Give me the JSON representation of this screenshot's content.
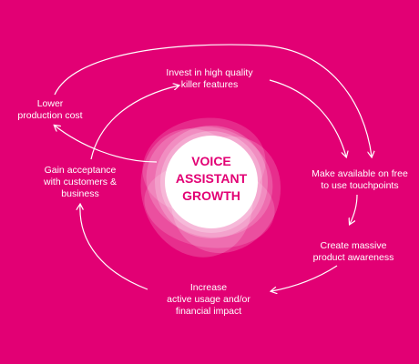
{
  "colors": {
    "background": "#E20074",
    "foreground": "#FFFFFF",
    "center_text": "#E20074"
  },
  "center": {
    "title": "VOICE\nASSISTANT\nGROWTH"
  },
  "steps": [
    {
      "id": "invest",
      "text": "Invest in high quality\nkiller features"
    },
    {
      "id": "make",
      "text": "Make available on free\nto use touchpoints"
    },
    {
      "id": "create",
      "text": "Create massive\nproduct awareness"
    },
    {
      "id": "increase",
      "text": "Increase\nactive usage and/or\nfinancial impact"
    },
    {
      "id": "gain",
      "text": "Gain acceptance\nwith customers &\nbusiness"
    },
    {
      "id": "lower",
      "text": "Lower\nproduction cost"
    }
  ]
}
